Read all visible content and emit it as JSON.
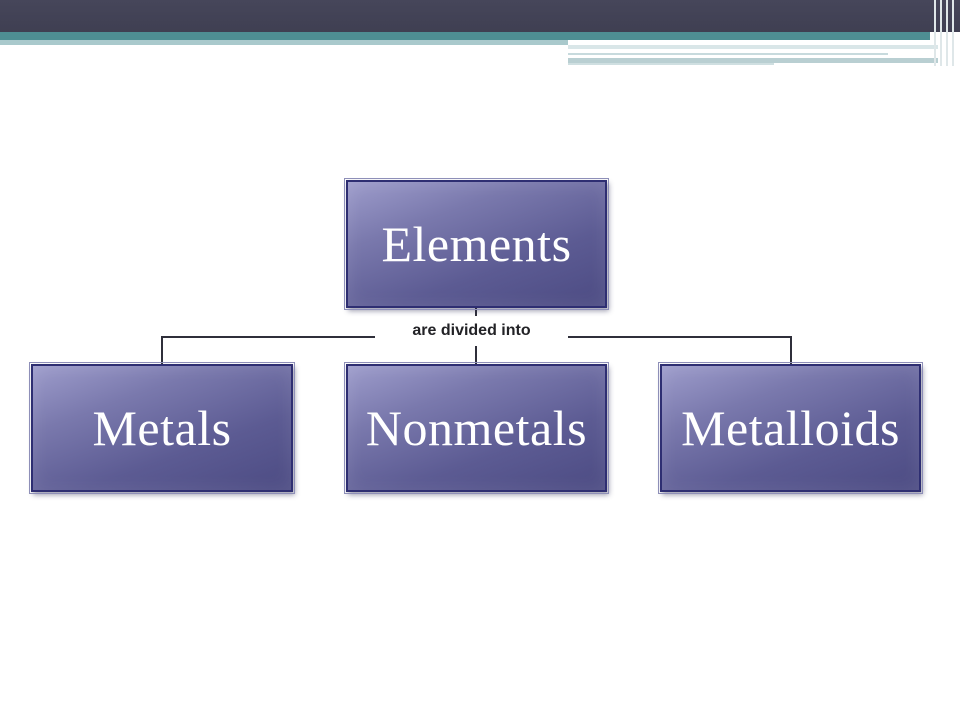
{
  "diagram": {
    "root": {
      "label": "Elements"
    },
    "relation": {
      "label": "are divided into"
    },
    "children": [
      {
        "label": "Metals"
      },
      {
        "label": "Nonmetals"
      },
      {
        "label": "Metalloids"
      }
    ]
  },
  "colors": {
    "box_fill": "#5c5b93",
    "box_border": "#2e2e72",
    "header_dark": "#46465a",
    "header_teal": "#4e8e93",
    "connector": "#2f2f3a"
  }
}
